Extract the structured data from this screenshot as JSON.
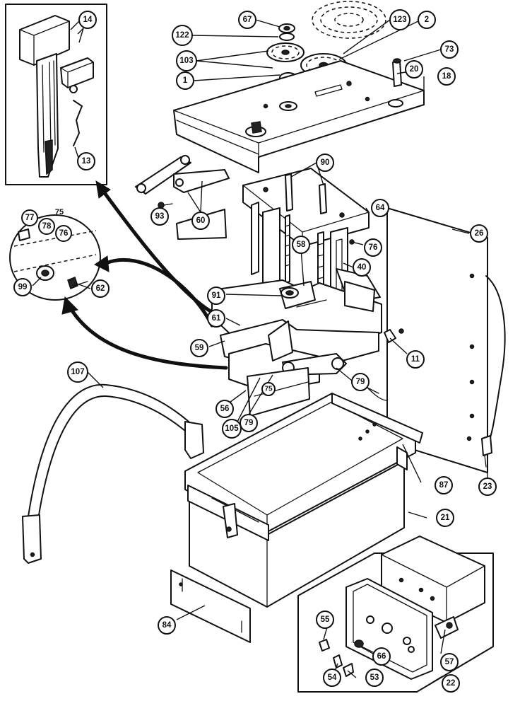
{
  "callouts": {
    "c14": "14",
    "c13": "13",
    "c67": "67",
    "c122": "122",
    "c103": "103",
    "c1": "1",
    "c123": "123",
    "c2": "2",
    "c73": "73",
    "c20": "20",
    "c18": "18",
    "c90": "90",
    "c93": "93",
    "c60": "60",
    "c64": "64",
    "c26": "26",
    "c77": "77",
    "c78": "78",
    "c75a": "75",
    "c76a": "76",
    "c99": "99",
    "c62": "62",
    "c58a": "58",
    "c76b": "76",
    "c40": "40",
    "c91": "91",
    "c61": "61",
    "c59": "59",
    "c11": "11",
    "c107": "107",
    "c79a": "79",
    "c75b": "75",
    "c56": "56",
    "c105": "105",
    "c79b": "79",
    "c87": "87",
    "c23": "23",
    "c21": "21",
    "c84": "84",
    "c55": "55",
    "c66": "66",
    "c57": "57",
    "c54": "54",
    "c53": "53",
    "c22": "22"
  }
}
